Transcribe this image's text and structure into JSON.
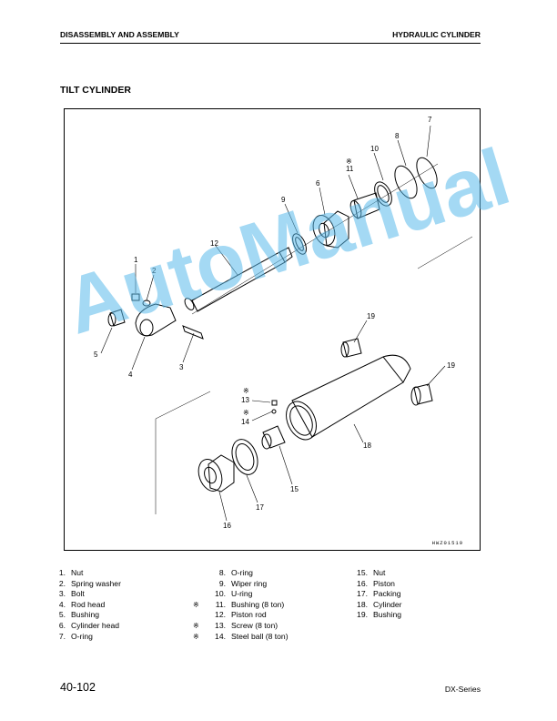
{
  "header": {
    "left": "DISASSEMBLY AND ASSEMBLY",
    "right": "HYDRAULIC CYLINDER"
  },
  "section_title": "TILT CYLINDER",
  "figure": {
    "code": "HWZ01519",
    "callouts": [
      "1",
      "2",
      "3",
      "4",
      "5",
      "6",
      "7",
      "8",
      "9",
      "10",
      "11",
      "12",
      "13",
      "14",
      "15",
      "16",
      "17",
      "18",
      "19",
      "19"
    ],
    "special_mark": "※"
  },
  "watermark": "AutoManual",
  "legend": {
    "col1": [
      {
        "num": "1.",
        "label": "Nut"
      },
      {
        "num": "2.",
        "label": "Spring washer"
      },
      {
        "num": "3.",
        "label": "Bolt"
      },
      {
        "num": "4.",
        "label": "Rod head"
      },
      {
        "num": "5.",
        "label": "Bushing"
      },
      {
        "num": "6.",
        "label": "Cylinder head"
      },
      {
        "num": "7.",
        "label": "O-ring"
      }
    ],
    "col2": [
      {
        "mark": "",
        "num": "8.",
        "label": "O-ring"
      },
      {
        "mark": "",
        "num": "9.",
        "label": "Wiper ring"
      },
      {
        "mark": "",
        "num": "10.",
        "label": "U-ring"
      },
      {
        "mark": "※",
        "num": "11.",
        "label": "Bushing (8 ton)"
      },
      {
        "mark": "",
        "num": "12.",
        "label": "Piston rod"
      },
      {
        "mark": "※",
        "num": "13.",
        "label": "Screw (8 ton)"
      },
      {
        "mark": "※",
        "num": "14.",
        "label": "Steel ball (8 ton)"
      }
    ],
    "col3": [
      {
        "num": "15.",
        "label": "Nut"
      },
      {
        "num": "16.",
        "label": "Piston"
      },
      {
        "num": "17.",
        "label": "Packing"
      },
      {
        "num": "18.",
        "label": "Cylinder"
      },
      {
        "num": "19.",
        "label": "Bushing"
      }
    ]
  },
  "footer": {
    "page": "40-102",
    "series": "DX-Series"
  }
}
